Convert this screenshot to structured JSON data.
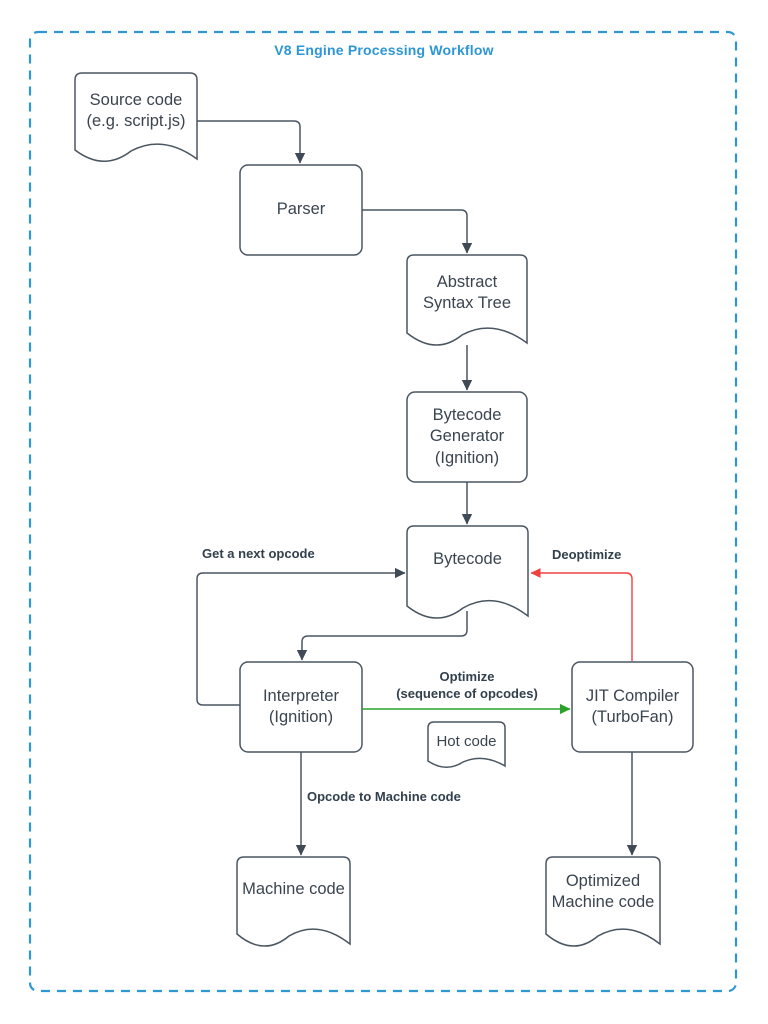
{
  "diagram": {
    "title": "V8 Engine Processing Workflow",
    "colors": {
      "border_blue": "#2d96d4",
      "node_stroke": "#4a5562",
      "node_text": "#3a4550",
      "edge_label_text": "#32404d",
      "arrow_dark": "#4a5562",
      "optimize_green": "#2aa22a",
      "deoptimize_red": "#f24040"
    },
    "nodes": [
      {
        "id": "source-code",
        "shape": "document",
        "label": "Source code\n(e.g. script.js)"
      },
      {
        "id": "parser",
        "shape": "rounded-rect",
        "label": "Parser"
      },
      {
        "id": "abstract-syntax-tree",
        "shape": "document",
        "label": "Abstract\nSyntax Tree"
      },
      {
        "id": "bytecode-generator",
        "shape": "rounded-rect",
        "label": "Bytecode\nGenerator\n(Ignition)"
      },
      {
        "id": "bytecode",
        "shape": "document",
        "label": "Bytecode"
      },
      {
        "id": "interpreter",
        "shape": "rounded-rect",
        "label": "Interpreter\n(Ignition)"
      },
      {
        "id": "jit-compiler",
        "shape": "rounded-rect",
        "label": "JIT Compiler\n(TurboFan)"
      },
      {
        "id": "hot-code",
        "shape": "document",
        "label": "Hot code"
      },
      {
        "id": "machine-code",
        "shape": "document",
        "label": "Machine code"
      },
      {
        "id": "optimized-machine-code",
        "shape": "document",
        "label": "Optimized\nMachine code"
      }
    ],
    "edges": [
      {
        "from": "source-code",
        "to": "parser",
        "color": "dark"
      },
      {
        "from": "parser",
        "to": "abstract-syntax-tree",
        "color": "dark"
      },
      {
        "from": "abstract-syntax-tree",
        "to": "bytecode-generator",
        "color": "dark"
      },
      {
        "from": "bytecode-generator",
        "to": "bytecode",
        "color": "dark"
      },
      {
        "from": "interpreter",
        "to": "bytecode",
        "color": "dark",
        "label": "Get a next opcode"
      },
      {
        "from": "bytecode",
        "to": "interpreter",
        "color": "dark"
      },
      {
        "from": "interpreter",
        "to": "jit-compiler",
        "color": "green",
        "label": "Optimize\n(sequence of opcodes)"
      },
      {
        "from": "jit-compiler",
        "to": "bytecode",
        "color": "red",
        "label": "Deoptimize"
      },
      {
        "from": "interpreter",
        "to": "machine-code",
        "color": "dark",
        "label": "Opcode to Machine code"
      },
      {
        "from": "jit-compiler",
        "to": "optimized-machine-code",
        "color": "dark"
      }
    ]
  }
}
